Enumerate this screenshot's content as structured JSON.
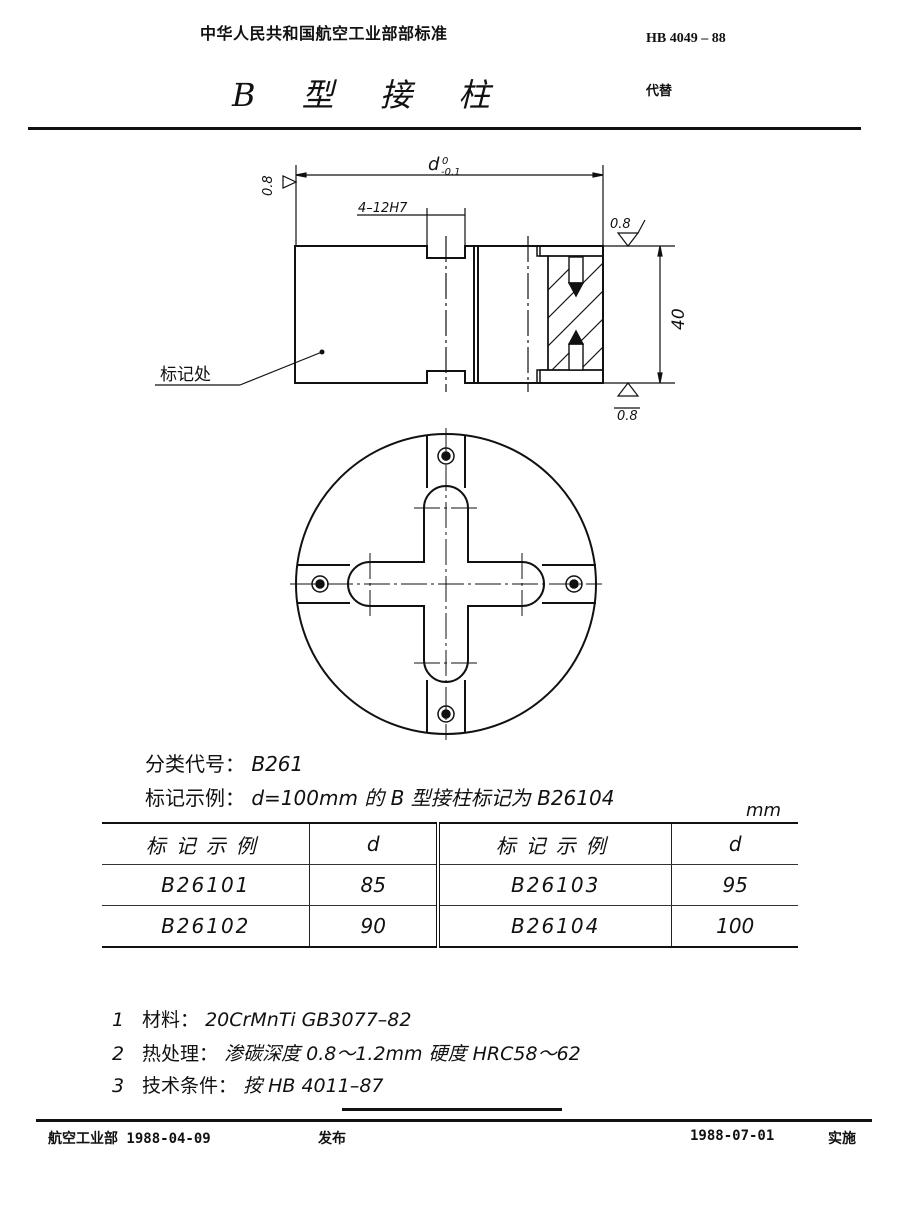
{
  "header": {
    "organization": "中华人民共和国航空工业部部标准",
    "standard_code": "HB 4049 – 88",
    "title": "B 型 接 柱",
    "replaces_label": "代替"
  },
  "drawing": {
    "front_view": {
      "dimension_d": "d",
      "dimension_d_tolerance_upper": "0",
      "dimension_d_tolerance_lower": "-0.1",
      "hole_callout": "4–12H7",
      "roughness_left": "0.8",
      "roughness_top_right": "0.8",
      "roughness_bottom_right": "0.8",
      "height_dimension": "40",
      "marking_location_label": "标记处"
    },
    "top_view": {
      "description": "circular plate with cross-shaped slot and 4 screw holes"
    }
  },
  "info": {
    "classification_label": "分类代号",
    "classification_value": "B261",
    "marking_example_label": "标记示例",
    "marking_example_value": "d=100mm 的 B 型接柱标记为 B26104",
    "unit": "mm"
  },
  "table": {
    "headers": [
      "标记示例",
      "d",
      "标记示例",
      "d"
    ],
    "rows": [
      [
        "B26101",
        "85",
        "B26103",
        "95"
      ],
      [
        "B26102",
        "90",
        "B26104",
        "100"
      ]
    ]
  },
  "notes": [
    {
      "num": "1",
      "label": "材料",
      "text": "20CrMnTi  GB3077–82"
    },
    {
      "num": "2",
      "label": "热处理",
      "text": "渗碳深度 0.8～1.2mm 硬度 HRC58～62"
    },
    {
      "num": "3",
      "label": "技术条件",
      "text": "按 HB 4011–87"
    }
  ],
  "footer": {
    "issuer": "航空工业部 1988-04-09",
    "issued_label": "发布",
    "effective_date": "1988-07-01",
    "effective_label": "实施"
  }
}
